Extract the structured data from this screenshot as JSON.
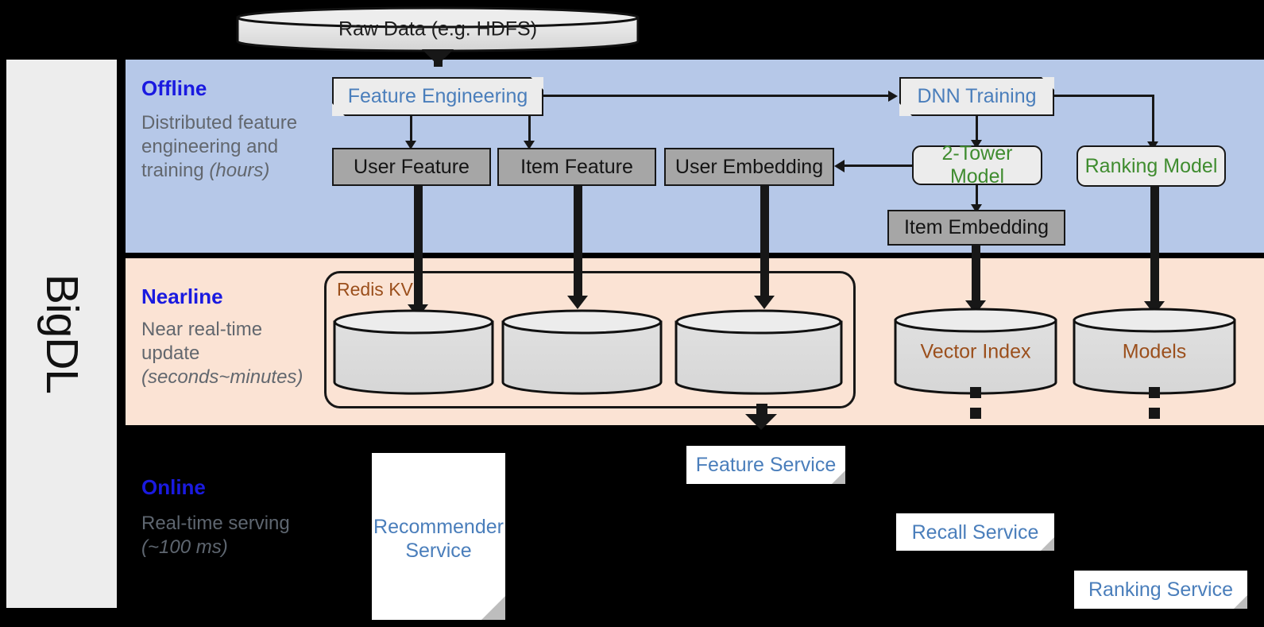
{
  "sidebar": {
    "label": "BigDL"
  },
  "bands": {
    "offline": {
      "title": "Offline",
      "desc_line1": "Distributed feature engineering and training ",
      "desc_em": "(hours)"
    },
    "nearline": {
      "title": "Nearline",
      "desc_line1": "Near real-time update ",
      "desc_em": "(seconds~minutes)"
    },
    "online": {
      "title": "Online",
      "desc_line1": "Real-time serving ",
      "desc_em": "(~100 ms)"
    }
  },
  "nodes": {
    "raw_data": "Raw Data (e.g. HDFS)",
    "feature_engineering": "Feature Engineering",
    "dnn_training": "DNN Training",
    "user_feature": "User Feature",
    "item_feature": "Item Feature",
    "user_embedding": "User Embedding",
    "two_tower_model": "2-Tower Model",
    "ranking_model": "Ranking Model",
    "item_embedding": "Item Embedding",
    "redis_kv": "Redis KV",
    "vector_index": "Vector Index",
    "models": "Models",
    "feature_service": "Feature Service",
    "recommender_service_l1": "Recommender",
    "recommender_service_l2": "Service",
    "recall_service": "Recall Service",
    "ranking_service": "Ranking Service"
  },
  "colors": {
    "offline_band": "#b6c8e8",
    "nearline_band": "#fbe3d4",
    "online_band": "#000000",
    "band_title": "#1a1ae0",
    "band_desc": "#62676e",
    "blue_text": "#4a7ebb",
    "green_text": "#3f8c2f",
    "brown_text": "#9b4f1c",
    "grey_box": "#a6a6a6",
    "light_box": "#ececec",
    "sidebar_bg": "#ededed"
  }
}
